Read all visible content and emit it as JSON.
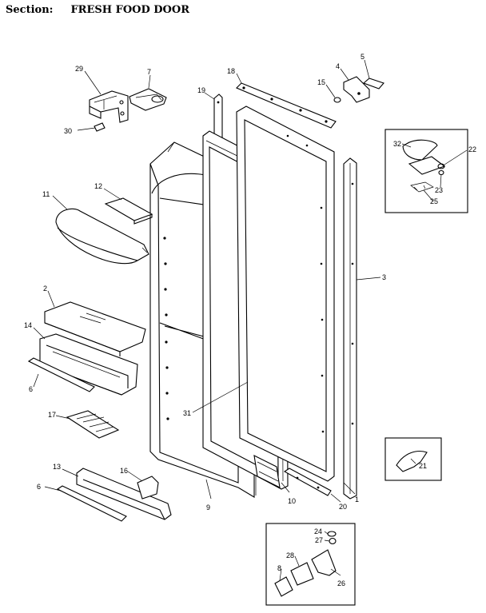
{
  "header": {
    "label": "Section:",
    "title": "FRESH FOOD DOOR"
  },
  "parts": [
    {
      "id": "p29",
      "label": "29"
    },
    {
      "id": "p7",
      "label": "7"
    },
    {
      "id": "p30",
      "label": "30"
    },
    {
      "id": "p18",
      "label": "18"
    },
    {
      "id": "p19",
      "label": "19"
    },
    {
      "id": "p4",
      "label": "4"
    },
    {
      "id": "p5",
      "label": "5"
    },
    {
      "id": "p15",
      "label": "15"
    },
    {
      "id": "p32",
      "label": "32"
    },
    {
      "id": "p22",
      "label": "22"
    },
    {
      "id": "p23",
      "label": "23"
    },
    {
      "id": "p25",
      "label": "25"
    },
    {
      "id": "p11",
      "label": "11"
    },
    {
      "id": "p12",
      "label": "12"
    },
    {
      "id": "p3",
      "label": "3"
    },
    {
      "id": "p2",
      "label": "2"
    },
    {
      "id": "p14",
      "label": "14"
    },
    {
      "id": "p6a",
      "label": "6"
    },
    {
      "id": "p31",
      "label": "31"
    },
    {
      "id": "p17",
      "label": "17"
    },
    {
      "id": "p21",
      "label": "21"
    },
    {
      "id": "p13",
      "label": "13"
    },
    {
      "id": "p16",
      "label": "16"
    },
    {
      "id": "p6b",
      "label": "6"
    },
    {
      "id": "p9",
      "label": "9"
    },
    {
      "id": "p10",
      "label": "10"
    },
    {
      "id": "p20",
      "label": "20"
    },
    {
      "id": "p1",
      "label": "1"
    },
    {
      "id": "p24",
      "label": "24"
    },
    {
      "id": "p27",
      "label": "27"
    },
    {
      "id": "p28",
      "label": "28"
    },
    {
      "id": "p8",
      "label": "8"
    },
    {
      "id": "p26",
      "label": "26"
    }
  ]
}
